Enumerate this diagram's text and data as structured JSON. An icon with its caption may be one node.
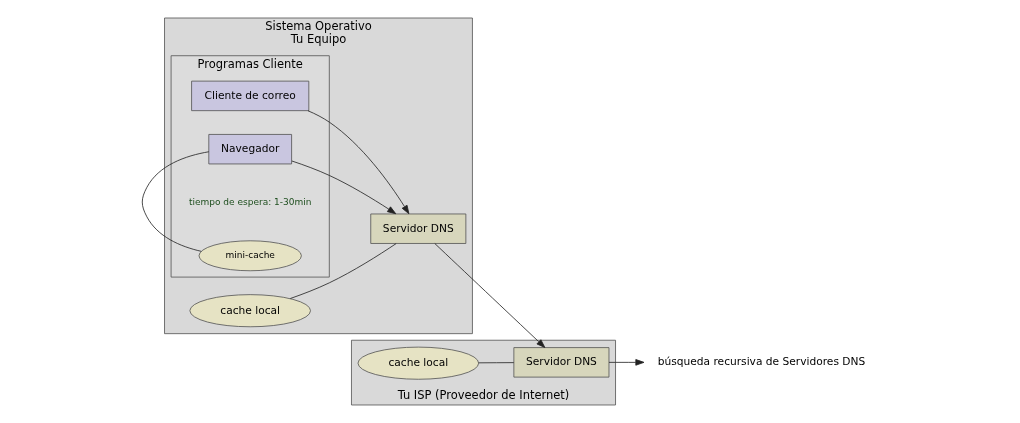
{
  "diagram": {
    "nodes": [
      {
        "text": [
          "Sistema Operativo",
          "Tu Equipo"
        ]
      },
      {
        "text": [
          "Programas Cliente"
        ],
        "in": 0
      },
      {
        "text": [
          "Cliente de correo"
        ],
        "in": 1
      },
      {
        "text": [
          "Navegador"
        ],
        "in": 1
      },
      {
        "text": [
          "mini-cache"
        ],
        "in": 1,
        "beside": [
          "tiempo de espera: 1-30min"
        ]
      },
      {
        "text": [
          "cache local"
        ],
        "in": 0
      },
      {
        "text": [
          "Servidor DNS"
        ],
        "in": 0
      },
      {
        "text": [
          "Tu ISP (Proveedor de Internet)"
        ]
      },
      {
        "text": [
          "cache local"
        ],
        "in": 7
      },
      {
        "text": [
          "Servidor DNS"
        ],
        "in": 7
      },
      {
        "text": [
          "búsqueda recursiva de Servidores DNS"
        ]
      }
    ],
    "edges": [
      {
        "from": 2,
        "to": 6,
        "arrow": "to"
      },
      {
        "from": 3,
        "to": 6,
        "arrow": "to"
      },
      {
        "from": 3,
        "to": 4,
        "arrow": "none"
      },
      {
        "from": 5,
        "to": 6,
        "arrow": "none"
      },
      {
        "from": 6,
        "to": 9,
        "arrow": "to"
      },
      {
        "from": 8,
        "to": 9,
        "arrow": "none"
      },
      {
        "from": 9,
        "to": 10,
        "arrow": "to"
      }
    ]
  }
}
